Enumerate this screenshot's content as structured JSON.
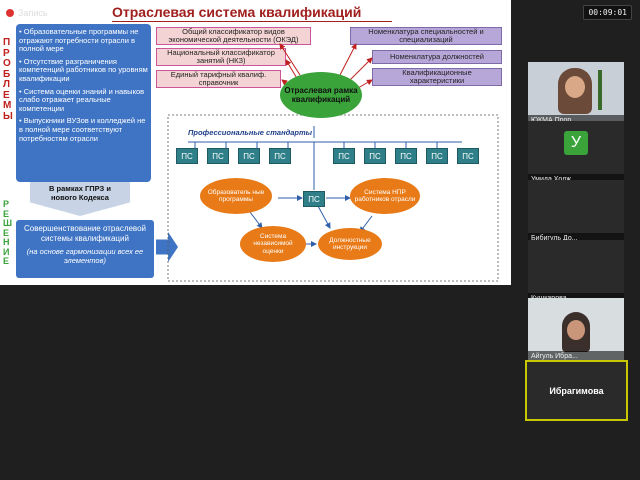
{
  "topbar": {
    "recording_label": "Запись",
    "timer": "00:09:01"
  },
  "slide": {
    "title": "Отраслевая система квалификаций",
    "side_problems": "ПРОБЛЕМЫ",
    "side_solution": "РЕШЕНИЕ",
    "problems": [
      "Образовательные программы не отражают потребности отрасли в полной мере",
      "Отсутствие разграничения компетенций работников по уровням квалификации",
      "Система оценки знаний и навыков  слабо отражает реальные  компетенции",
      "Выпускники ВУЗов и колледжей не в полной мере соответствуют потребностям отрасли"
    ],
    "gprz": "В рамках ГПРЗ и нового Кодекса",
    "solution_main": "Совершенствование отраслевой системы квалификаций",
    "solution_sub": "(на основе гармонизации всех ее элементов)",
    "left_boxes": [
      "Общий классификатор видов экономической деятельности (ОКЭД)",
      "Национальный классификатор занятий (НКЗ)",
      "Единый тарифный квалиф. справочник"
    ],
    "right_boxes": [
      "Номенклатура специальностей и специализаций",
      "Номенклатура должностей",
      "Квалификационные характеристики"
    ],
    "center": "Отраслевая рамка квалификаций",
    "prof_standards": "Профессиональные стандарты",
    "ps": "ПС",
    "ellipses": [
      "Образователь ные программы",
      "Система НПР работников отрасли",
      "Система независимой оценки",
      "Должностные инструкции"
    ]
  },
  "participants": [
    {
      "name": "ЮКМА Прор..."
    },
    {
      "name": "Умида Ходж...",
      "initial": "У"
    },
    {
      "name": "Бибигуль До..."
    },
    {
      "name": "Кушкарова ..."
    },
    {
      "name": "Айгуль Ибра..."
    },
    {
      "name": "Ибрагимова"
    }
  ],
  "colors": {
    "accent_green": "#3aa33a",
    "speaker_border": "#c8c800",
    "blue_panel": "#3f74c4"
  }
}
